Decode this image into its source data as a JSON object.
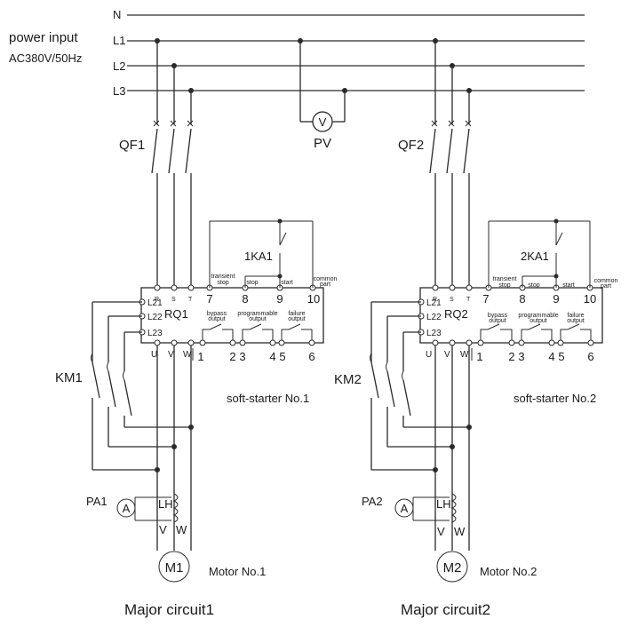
{
  "supply": {
    "title_line1": "power input",
    "title_line2": "AC380V/50Hz",
    "lines": [
      "N",
      "L1",
      "L2",
      "L3"
    ]
  },
  "voltmeter": {
    "symbol": "V",
    "label": "PV"
  },
  "circuits": [
    {
      "breaker": "QF1",
      "starter": "RQ1",
      "relay": "1KA1",
      "contactor": "KM1",
      "ammeter_label": "PA1",
      "ammeter_symbol": "A",
      "ct_label": "LH",
      "motor_symbol": "M1",
      "motor_label": "Motor No.1",
      "starter_caption": "soft-starter No.1",
      "caption": "Major circuit1"
    },
    {
      "breaker": "QF2",
      "starter": "RQ2",
      "relay": "2KA1",
      "contactor": "KM2",
      "ammeter_label": "PA2",
      "ammeter_symbol": "A",
      "ct_label": "LH",
      "motor_symbol": "M2",
      "motor_label": "Motor No.2",
      "starter_caption": "soft-starter No.2",
      "caption": "Major circuit2"
    }
  ],
  "starter": {
    "input_terms": [
      "R",
      "S",
      "T"
    ],
    "output_terms": [
      "U",
      "V",
      "W"
    ],
    "aux_terms": [
      "L21",
      "L22",
      "L23"
    ],
    "ctrl_numbers": [
      "7",
      "8",
      "9",
      "10"
    ],
    "ctrl_labels": {
      "transient_stop_1": "transient",
      "transient_stop_2": "stop",
      "stop": "stop",
      "start": "start",
      "common_1": "common",
      "common_2": "part"
    },
    "out_numbers": [
      "1",
      "2",
      "3",
      "4",
      "5",
      "6"
    ],
    "out_labels": {
      "bypass_1": "bypass",
      "bypass_2": "output",
      "prog_1": "programmable",
      "prog_2": "output",
      "fail_1": "failure",
      "fail_2": "output"
    }
  },
  "motor_phases": [
    "V",
    "W"
  ]
}
